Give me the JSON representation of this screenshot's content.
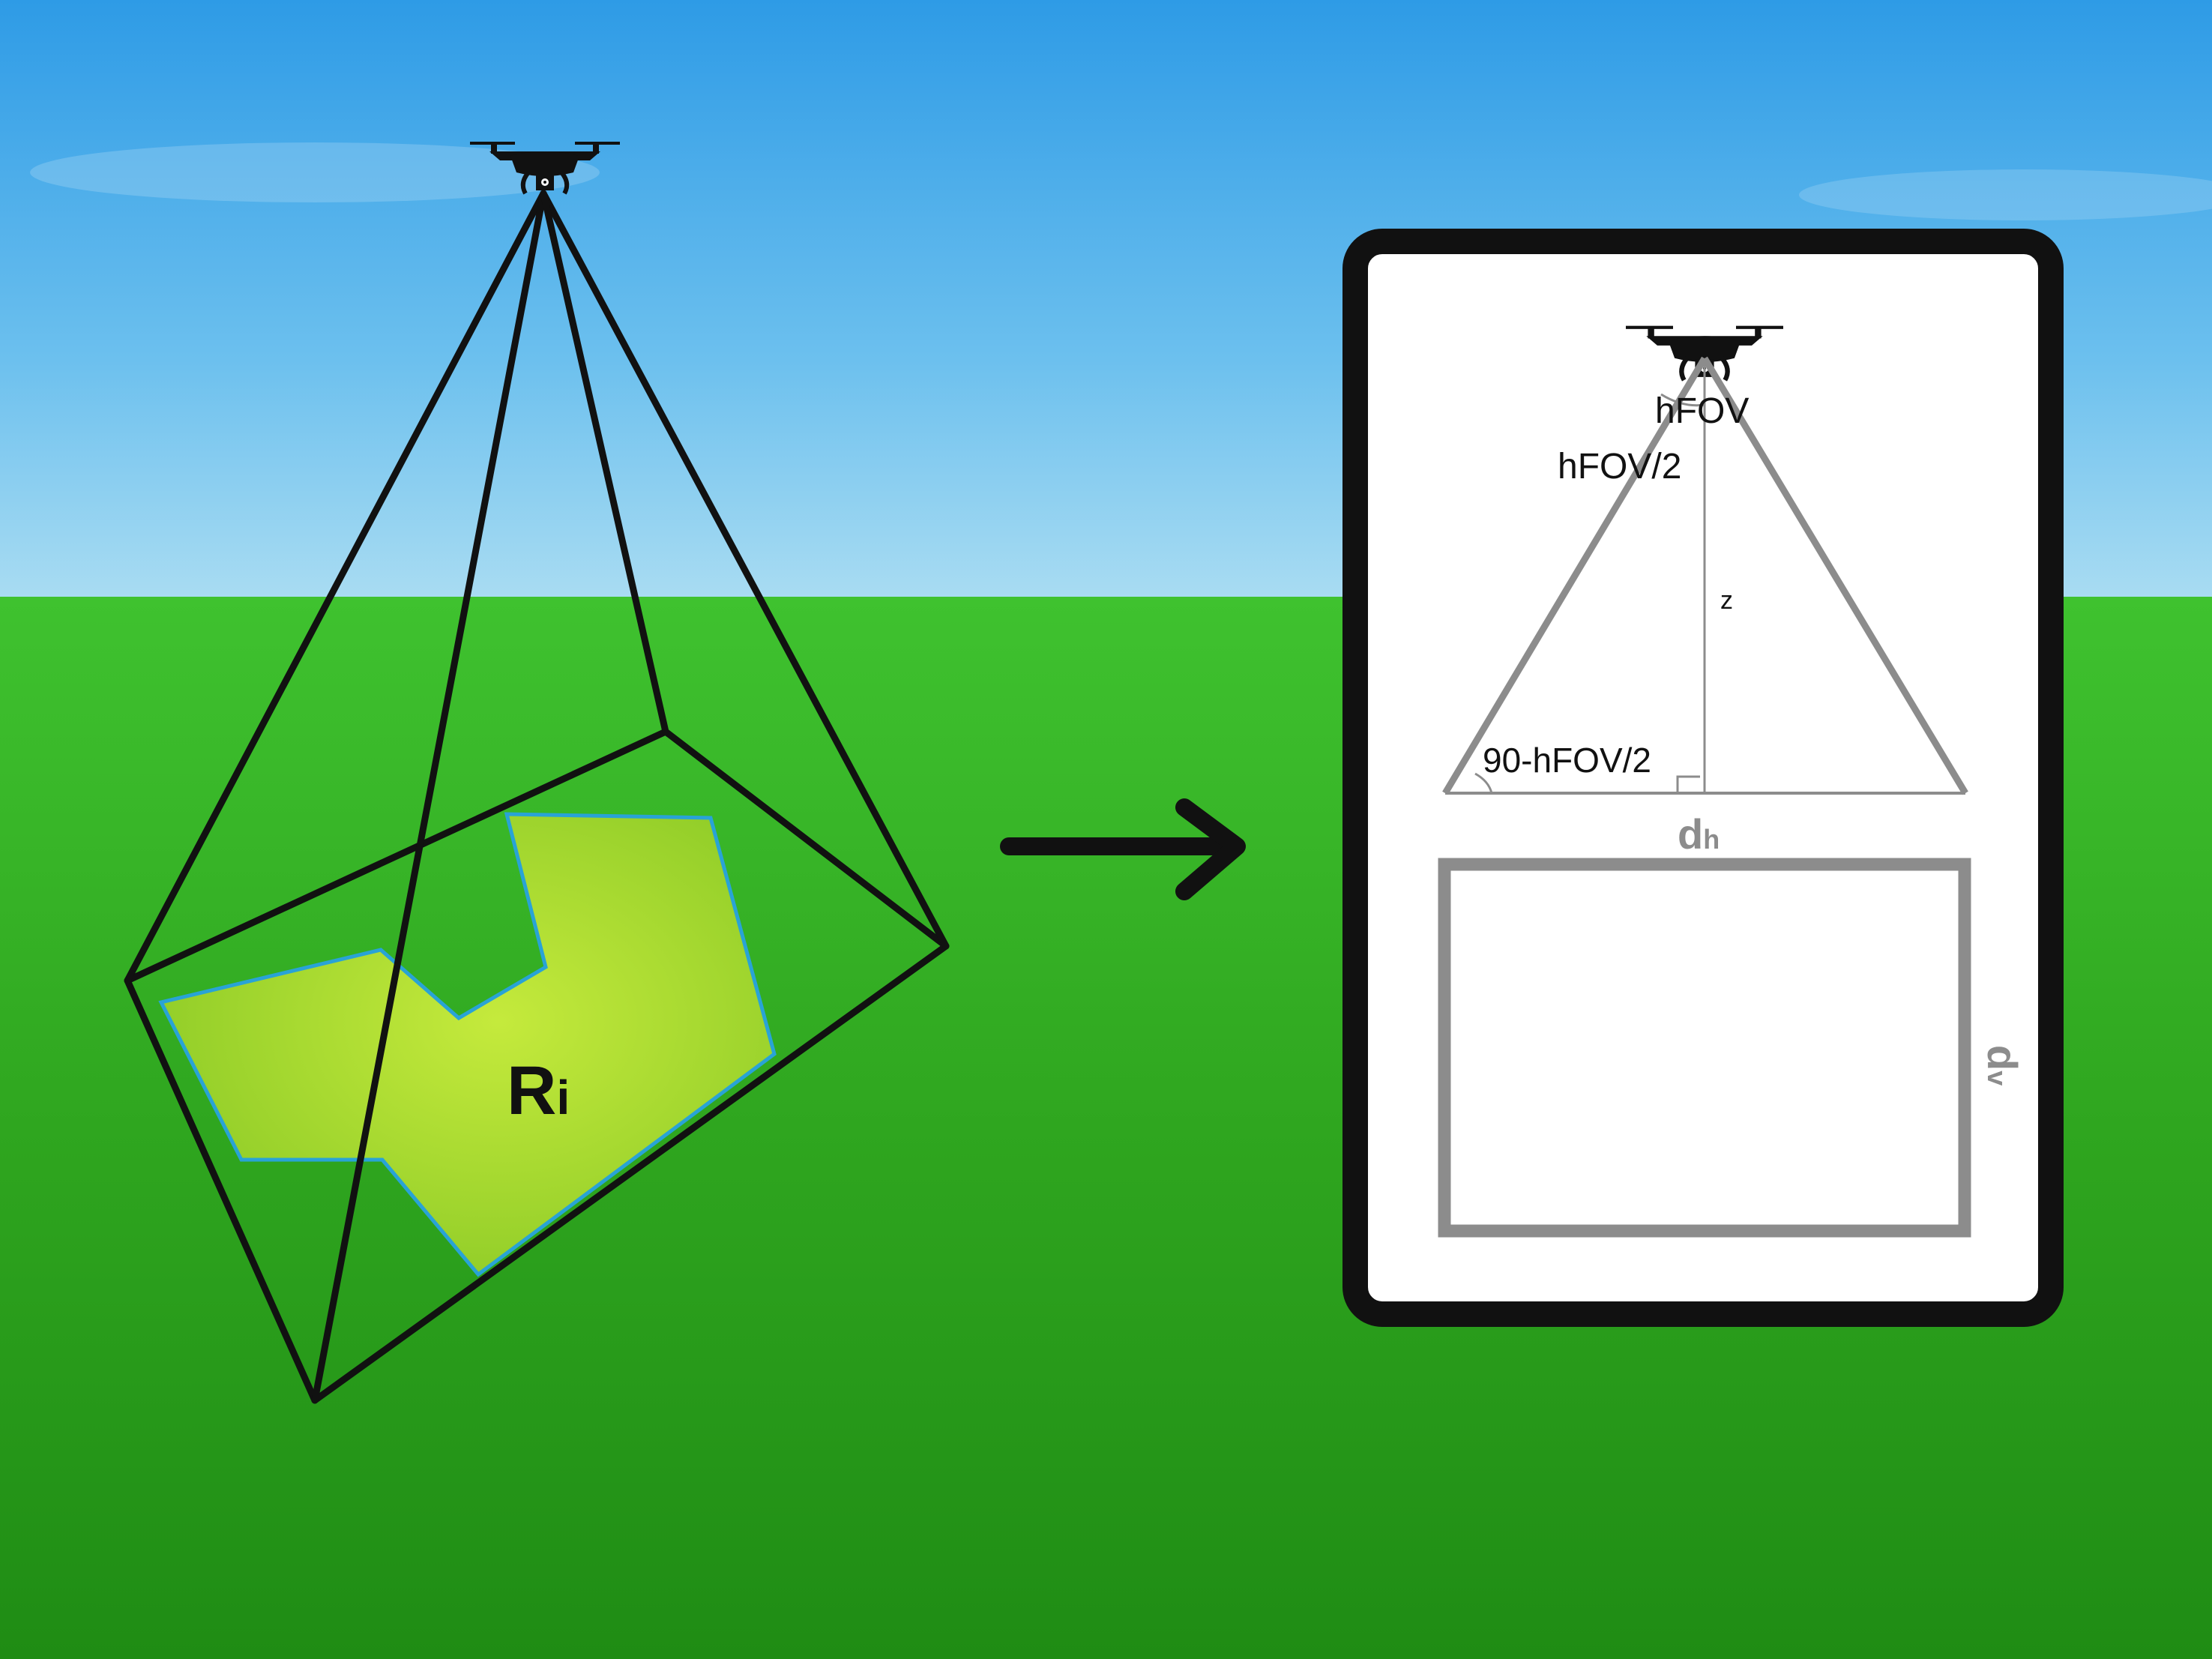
{
  "left_view": {
    "region_label": {
      "main": "R",
      "sub": "i"
    }
  },
  "right_panel": {
    "angle_full": "hFOV",
    "angle_half": "hFOV/2",
    "height_label": "z",
    "base_angle": "90-hFOV/2",
    "width_label": {
      "main": "d",
      "sub": "h"
    },
    "depth_label": {
      "main": "d",
      "sub": "v"
    }
  },
  "colors": {
    "sky_top": "#2e9be6",
    "sky_bottom": "#a9dcf2",
    "grass_top": "#3fc22f",
    "grass_bottom": "#1f8c14",
    "region_fill": "#a6dc2a",
    "region_border": "#29a3d6",
    "frustum_lines": "#111111",
    "panel_frame": "#111111",
    "panel_lines": "#8c8c8c"
  },
  "icons": [
    "drone-icon",
    "arrow-right-icon"
  ]
}
